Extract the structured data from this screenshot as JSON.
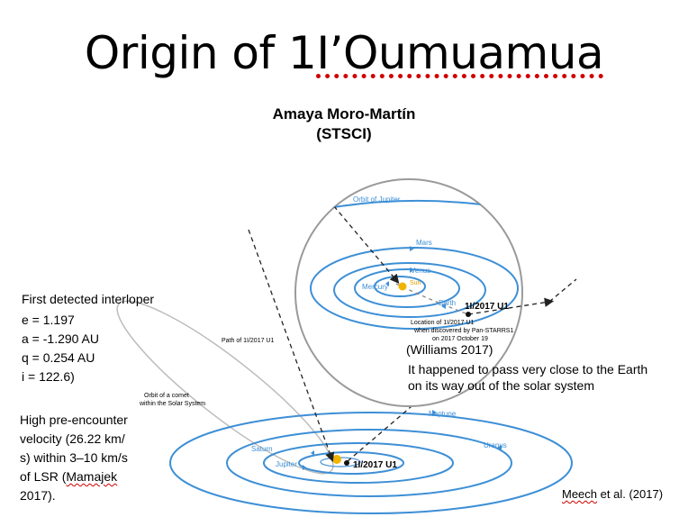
{
  "slide": {
    "title_prefix": "Origin of 1",
    "title_underlined": "I’Oumuamua",
    "author_name": "Amaya Moro-Martín",
    "author_affil": "(STSCI)"
  },
  "left_panel": {
    "heading": "First detected interloper",
    "params": [
      "e = 1.197",
      "a = -1.290 AU",
      "q = 0.254 AU",
      "i = 122.6)"
    ],
    "velocity_lines": [
      "High pre-encounter",
      "velocity (26.22 km/",
      "s) within 3–10 km/s"
    ],
    "lsr_prefix": "of LSR (",
    "lsr_author": "Mamajek",
    "lsr_year": "2017)."
  },
  "notes": {
    "williams": "(Williams 2017)",
    "pass_line1": "It happened to pass very close to the Earth",
    "pass_line2": "on its way out of the solar system",
    "credit_author": "Meech",
    "credit_rest": " et al. (2017)"
  },
  "diagram_labels": {
    "orbit_jupiter": "Orbit of Jupiter",
    "mars": "Mars",
    "venus": "Venus",
    "mercury": "Mercury",
    "sun": "Sun",
    "earth": "Earth",
    "object_upper": "1I/2017 U1",
    "location_line1": "Location of 1I/2017 U1",
    "location_line2": "when discovered by Pan-STARRS1",
    "location_line3": "on 2017 October 19",
    "path_label": "Path of 1I/2017 U1",
    "comet_line1": "Orbit of a comet",
    "comet_line2": "within the Solar System",
    "neptune": "Neptune",
    "uranus": "Uranus",
    "saturn": "Saturn",
    "jupiter": "Jupiter",
    "object_lower": "1I/2017 U1"
  },
  "colors": {
    "orbit_blue": "#3d8fd6",
    "zoom_circle": "#9a9a9a",
    "comet_orbit": "#b8b8b8",
    "sun": "#f0b400",
    "spellcheck": "#d00000"
  }
}
